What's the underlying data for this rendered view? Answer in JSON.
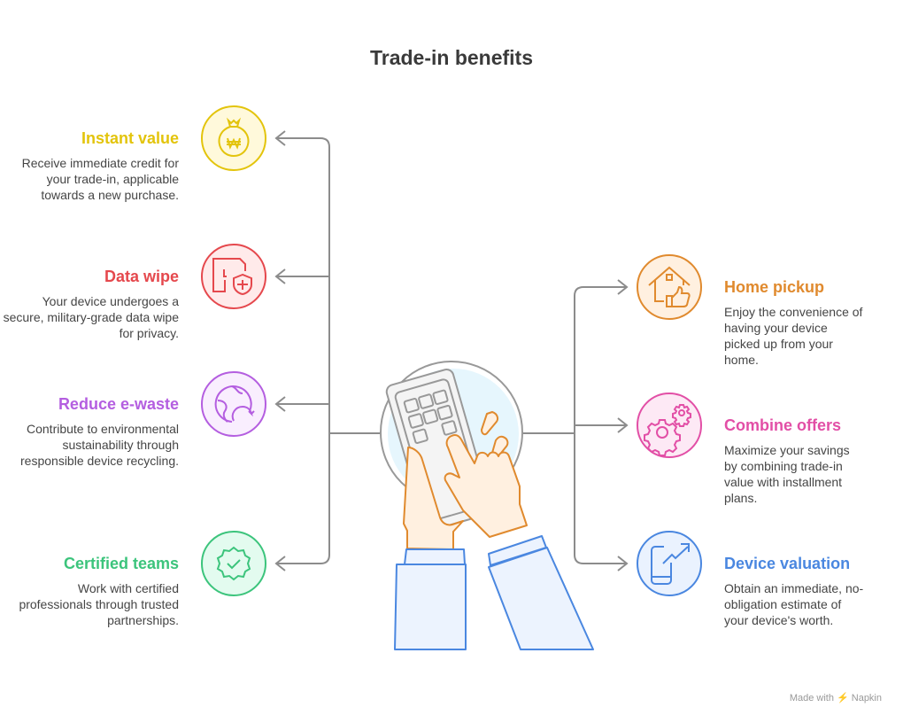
{
  "title": "Trade-in benefits",
  "left_items": [
    {
      "title": "Instant value",
      "description": "Receive immediate credit for your trade-in, applicable towards a new purchase.",
      "icon": "money-bag-icon",
      "color": "#e3c40c",
      "bg": "#fff9db"
    },
    {
      "title": "Data wipe",
      "description": "Your device undergoes a secure, military-grade data wipe for privacy.",
      "icon": "file-shield-icon",
      "color": "#e5484d",
      "bg": "#ffeaea"
    },
    {
      "title": "Reduce e-waste",
      "description": "Contribute to environmental sustainability through responsible device recycling.",
      "icon": "globe-recycle-icon",
      "color": "#b45ee0",
      "bg": "#f9eefe"
    },
    {
      "title": "Certified teams",
      "description": "Work with certified professionals through trusted partnerships.",
      "icon": "certified-badge-icon",
      "color": "#3cc47c",
      "bg": "#e3fbef"
    }
  ],
  "right_items": [
    {
      "title": "Home pickup",
      "description": "Enjoy the convenience of having your device picked up from your home.",
      "icon": "house-thumbs-up-icon",
      "color": "#e08a2e",
      "bg": "#fff0e0"
    },
    {
      "title": "Combine offers",
      "description": "Maximize your savings by combining trade-in value with installment plans.",
      "icon": "gears-icon",
      "color": "#e24fa6",
      "bg": "#fde9f5"
    },
    {
      "title": "Device valuation",
      "description": "Obtain an immediate, no-obligation estimate of your device's worth.",
      "icon": "phone-trend-icon",
      "color": "#4a87e0",
      "bg": "#eaf2fe"
    }
  ],
  "credit": "Made with ⚡ Napkin"
}
